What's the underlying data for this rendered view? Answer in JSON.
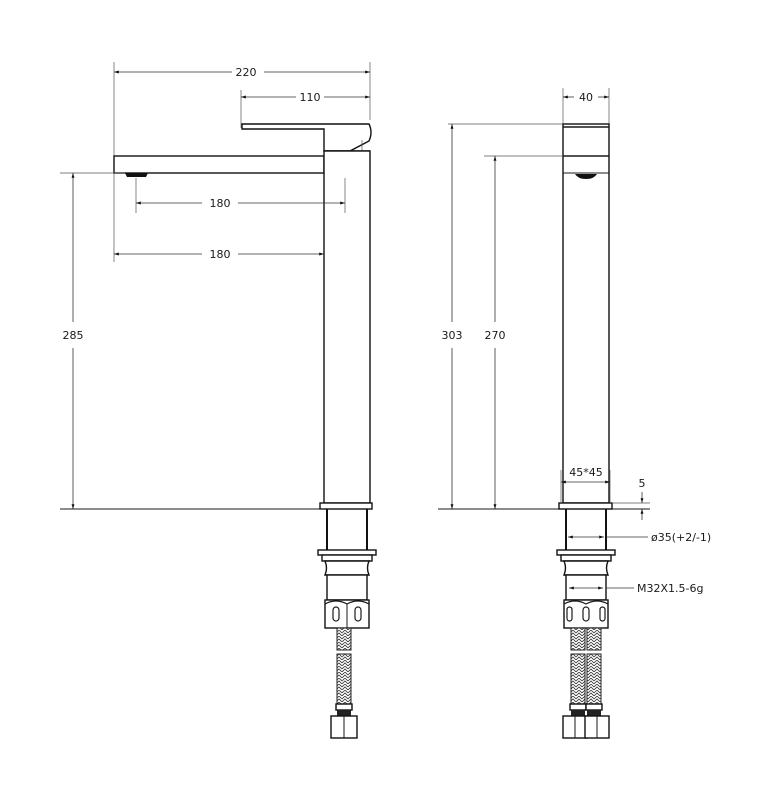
{
  "drawing": {
    "title": "Tall basin mixer faucet — technical drawing",
    "units": "mm",
    "side_view": {
      "dimensions": {
        "overall_width": "220",
        "lever_length": "110",
        "spout_reach_outlet": "180",
        "spout_reach_body": "180",
        "outlet_height": "285"
      }
    },
    "front_view": {
      "dimensions": {
        "body_width": "40",
        "overall_height": "303",
        "outlet_height": "270",
        "base_size": "45*45",
        "base_thickness": "5",
        "mounting_hole": "ø35(+2/-1)",
        "thread": "M32X1.5-6g"
      }
    },
    "colors": {
      "line": "#1a1a1a",
      "background": "#ffffff"
    }
  }
}
